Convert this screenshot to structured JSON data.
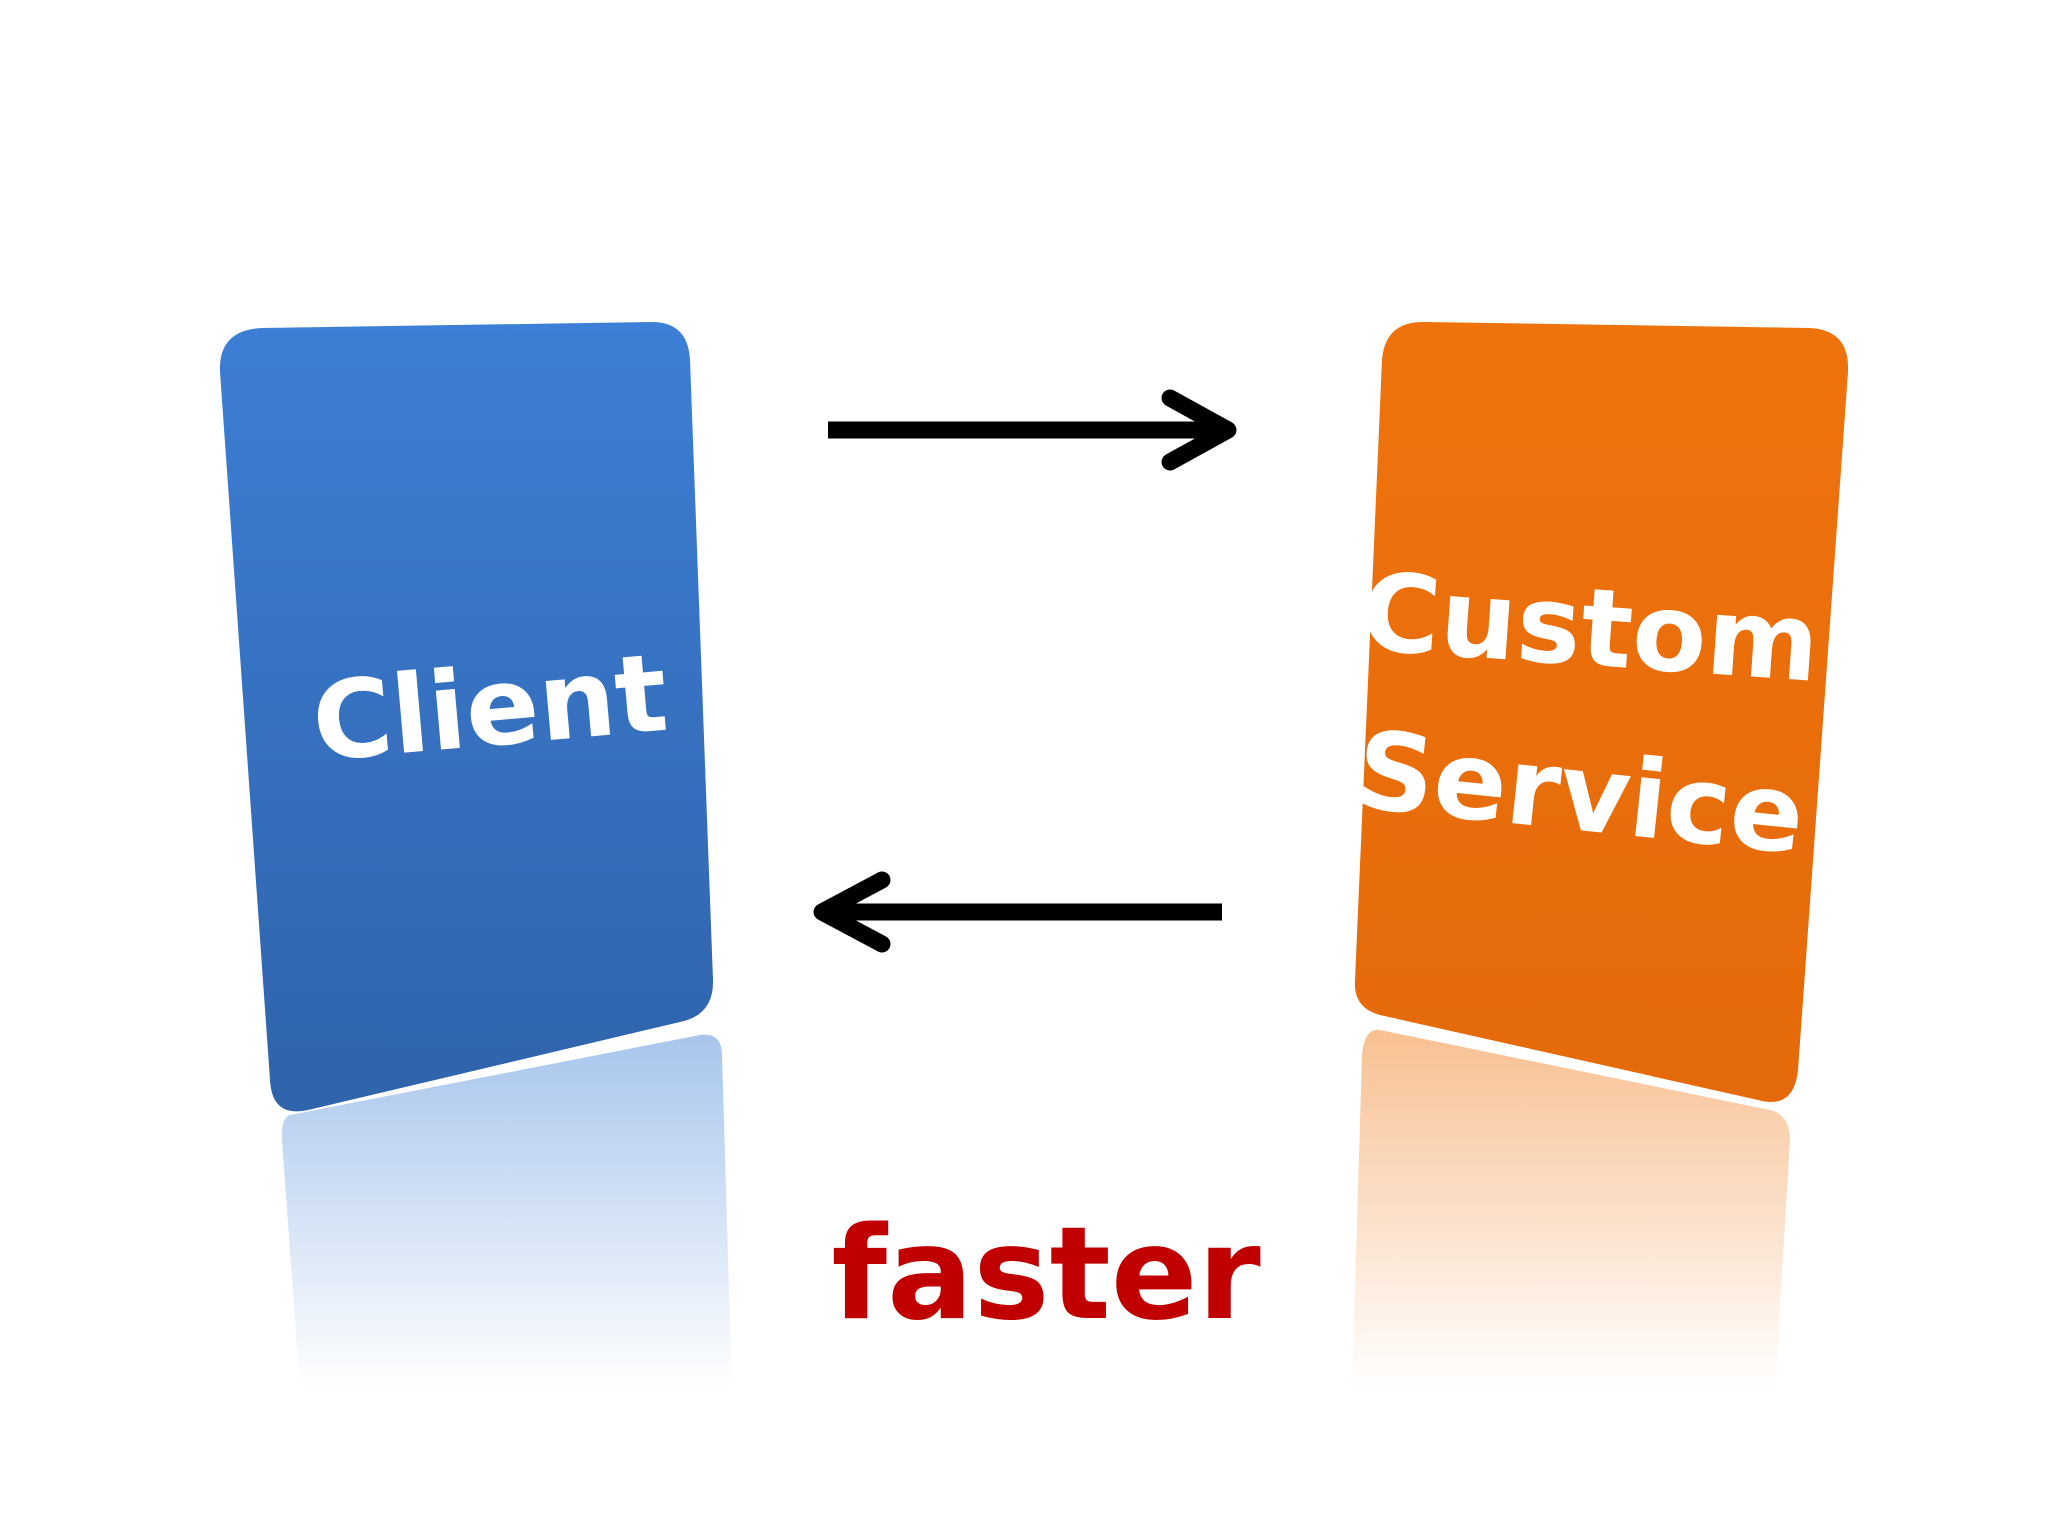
{
  "client_box": {
    "label": "Client",
    "color": "#3d7fd6",
    "color_dark": "#2f63aa"
  },
  "service_box": {
    "label_line1": "Custom",
    "label_line2": "Service",
    "color": "#ef730c",
    "color_dark": "#e4690a"
  },
  "arrows": {
    "color": "#000000"
  },
  "caption": {
    "text": "faster",
    "color": "#c00000"
  }
}
